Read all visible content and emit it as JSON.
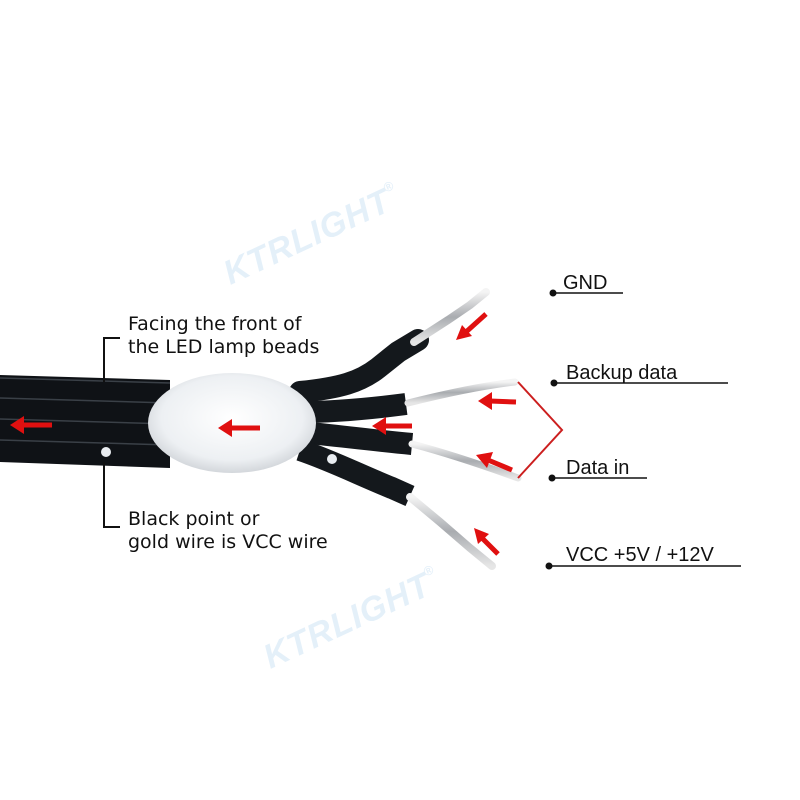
{
  "watermark": {
    "text": "KTRLIGHT",
    "registered_mark": "®"
  },
  "notes": {
    "front_line1": "Facing the front of",
    "front_line2": "the LED lamp beads",
    "vcc_line1": "Black point or",
    "vcc_line2": "gold wire is VCC wire"
  },
  "wire_labels": {
    "gnd": "GND",
    "backup_data": "Backup data",
    "data_in": "Data in",
    "vcc": "VCC +5V / +12V"
  },
  "colors": {
    "cable": "#15191d",
    "arrow": "#e01010",
    "bracket": "#cc1f1f",
    "label_text": "#111111",
    "heat_shrink": "#eef1f4",
    "watermark": "#cfe4f5"
  }
}
